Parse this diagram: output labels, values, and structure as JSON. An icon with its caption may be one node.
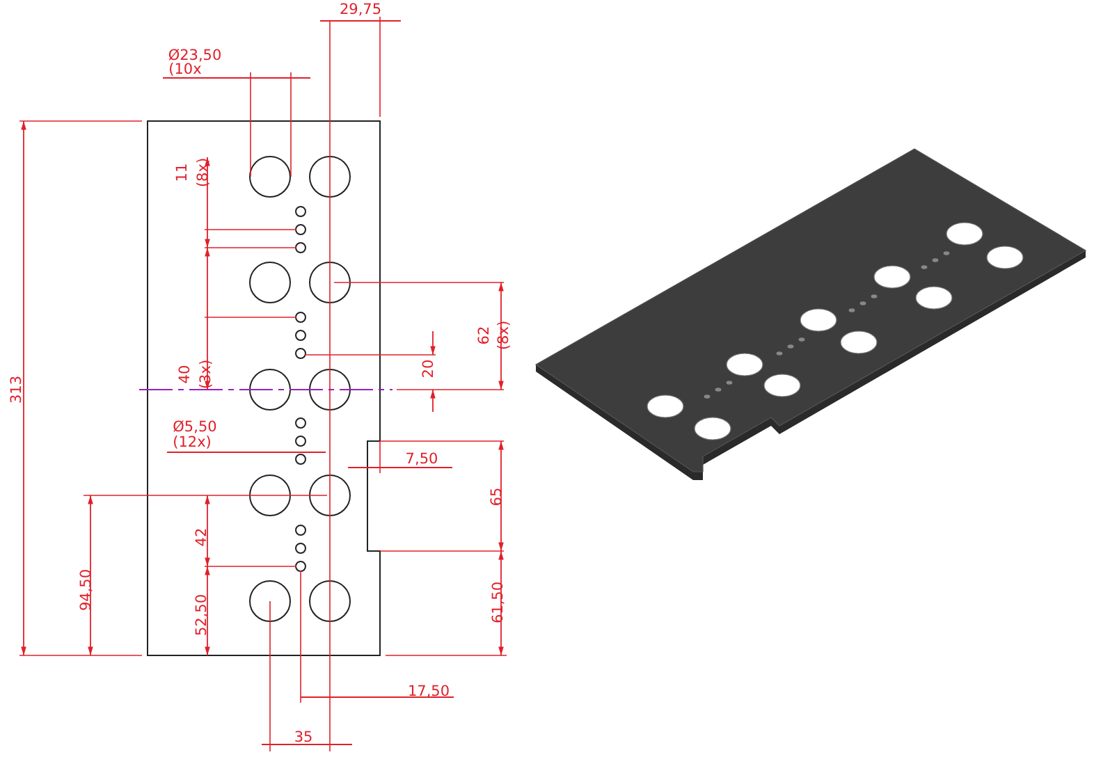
{
  "diagram": {
    "labels": [
      "29,75",
      "Ø23,50",
      "(10x",
      "11",
      "(8x)",
      "313",
      "62",
      "(8x)",
      "40",
      "(3x)",
      "20",
      "Ø5,50",
      "(12x)",
      "7,50",
      "65",
      "42",
      "94,50",
      "52,50",
      "61,50",
      "17,50",
      "35"
    ]
  }
}
